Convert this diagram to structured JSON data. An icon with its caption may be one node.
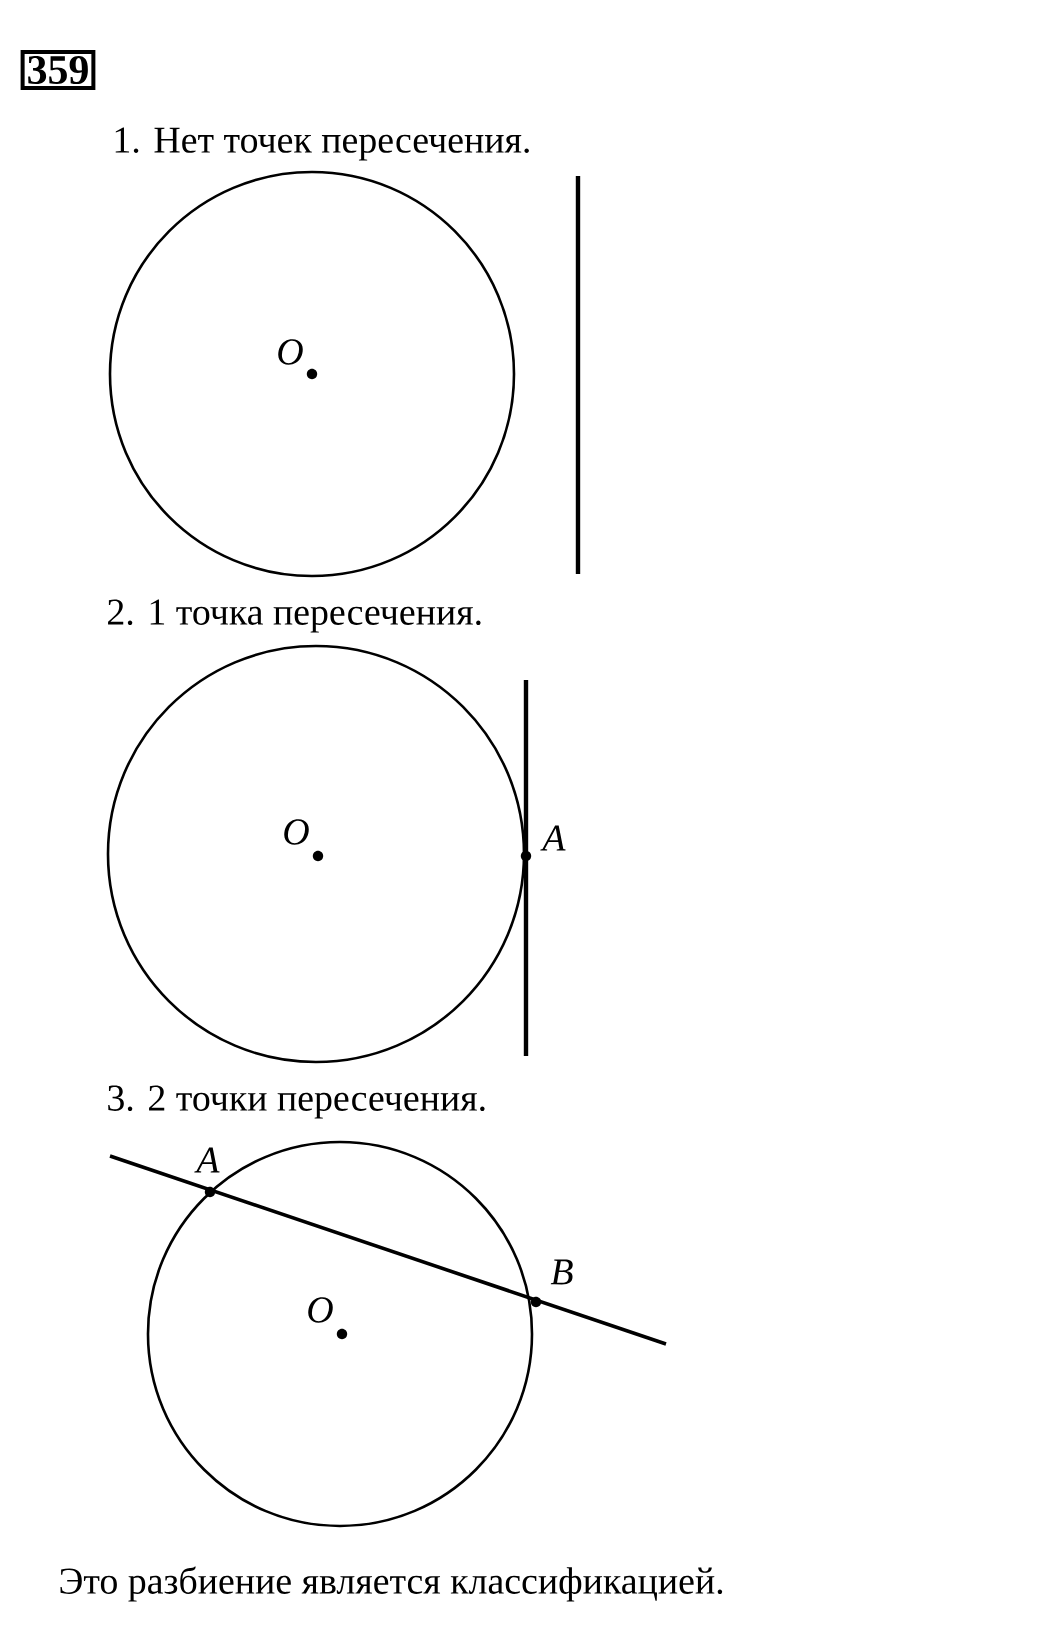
{
  "diagram": {
    "labels": [
      "359",
      "1. Нет точек пересечения.",
      "*O*",
      "2. 1 точка пересечения.",
      "*O*",
      "*A*",
      "3. 2 точки пересечения.",
      "*A*",
      "*B*",
      "*O*",
      "Это разбиение является классификацией."
    ]
  }
}
